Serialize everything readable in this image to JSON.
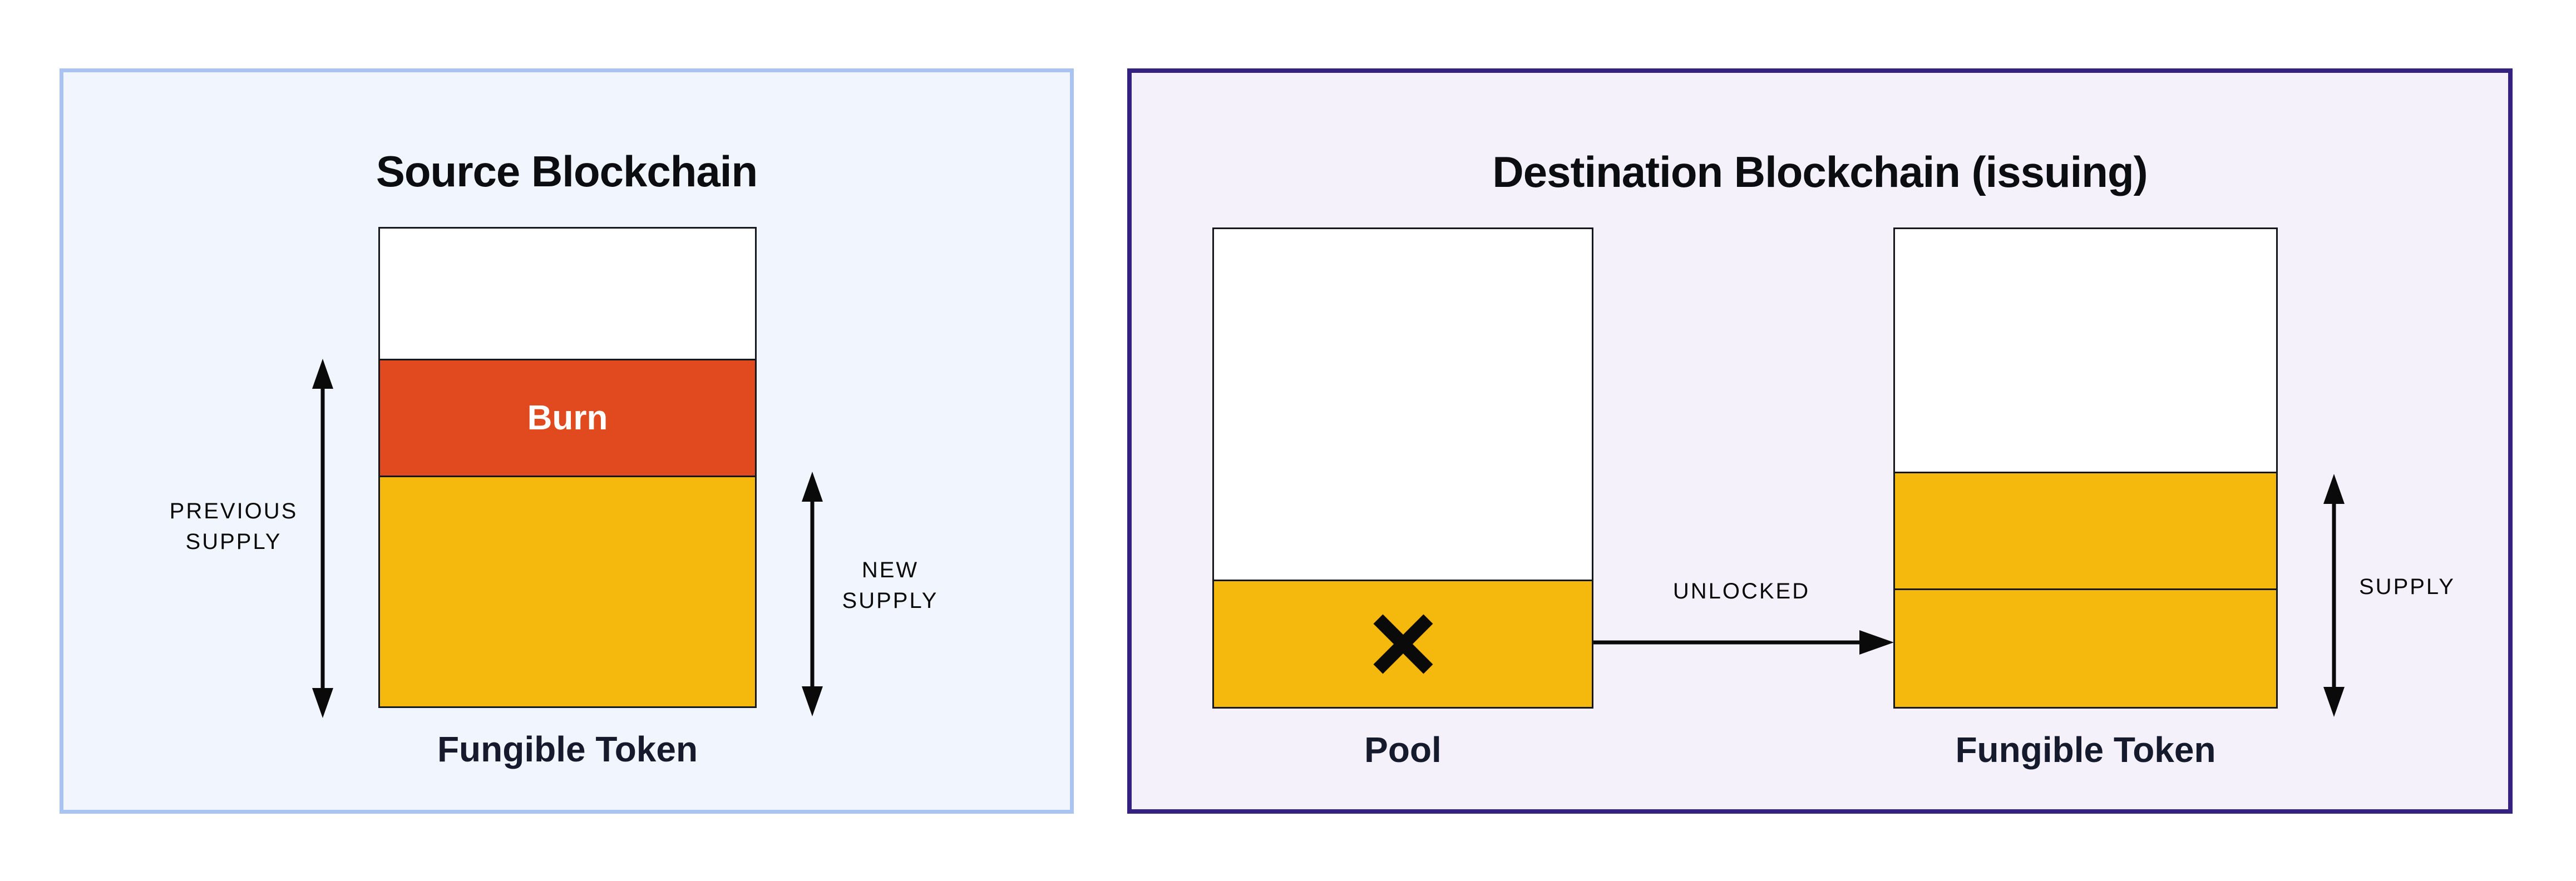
{
  "colors": {
    "page_bg": "#ffffff",
    "source_panel_bg": "#f1f5fd",
    "source_panel_border": "#a9c4f0",
    "dest_panel_bg": "#f4f1fb",
    "dest_panel_border": "#352180",
    "bar_border": "#15171f",
    "burn_red": "#e04a1e",
    "token_yellow": "#f5b90d",
    "burn_label_color": "#ffffff",
    "title_ink": "#0c0d10",
    "caption_ink": "#151b2c",
    "label_ink": "#0a0a0a",
    "arrow_ink": "#0a0a0a"
  },
  "source_panel": {
    "title": "Source Blockchain",
    "burn_label": "Burn",
    "caption": "Fungible Token",
    "previous_supply": {
      "line1": "PREVIOUS",
      "line2": "SUPPLY"
    },
    "new_supply": {
      "line1": "NEW",
      "line2": "SUPPLY"
    }
  },
  "destination_panel": {
    "title": "Destination Blockchain (issuing)",
    "pool_caption": "Pool",
    "unlocked_label": "UNLOCKED",
    "supply_label": "SUPPLY",
    "token_caption": "Fungible Token"
  }
}
